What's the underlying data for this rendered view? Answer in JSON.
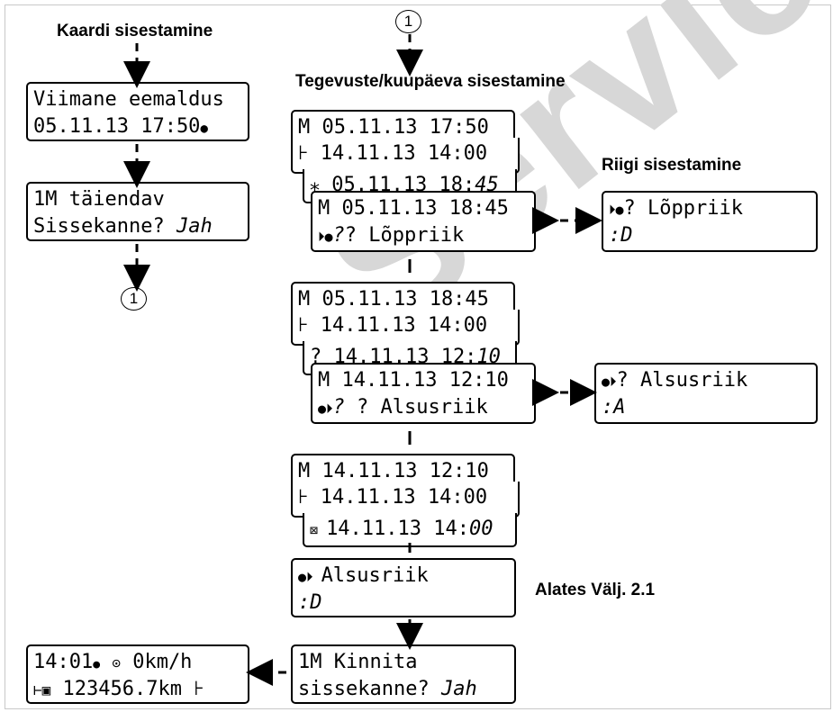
{
  "headings": {
    "card_insert": "Kaardi sisestamine",
    "activity_date_entry": "Tegevuste/kuupäeva sisestamine",
    "country_entry": "Riigi sisestamine",
    "from_version": "Alates Välj. 2.1"
  },
  "watermark": "Service",
  "marker": "1",
  "left_column": {
    "d1_l1": "Viimane eemaldus",
    "d1_l2": "05.11.13   17:50",
    "d2_l1": "1M täiendav",
    "d2_l2": "Sissekanne?",
    "d2_answer": "Jah"
  },
  "group1": {
    "a_l1": "M 05.11.13 17:50",
    "b_l1": "14.11.13 14:00",
    "c_l1": "05.11.13 18:",
    "c_min": "45",
    "d_l1": "M 05.11.13 18:45",
    "d_l2": "? Lõppriik",
    "country_l1": "? Lõppriik",
    "country_l2": "D"
  },
  "group2": {
    "a_l1": "M 05.11.13 18:45",
    "b_l1": "14.11.13 14:00",
    "c_l1": "? 14.11.13 12:",
    "c_min": "10",
    "d_l1": "M 14.11.13 12:10",
    "d_l2": "? Alsusriik",
    "country_l1": "? Alsusriik",
    "country_l2": "A"
  },
  "group3": {
    "a_l1": "M 14.11.13 12:10",
    "b_l1": "14.11.13 14:00",
    "c_l1": "14.11.13 14:",
    "c_min": "00"
  },
  "start_country": {
    "l1": "Alsusriik",
    "l2": "D"
  },
  "confirm": {
    "l1": "1M Kinnita",
    "l2": "sissekanne?",
    "answer": "Jah"
  },
  "standard": {
    "l1_time": "14:01",
    "l1_speed": "0km/h",
    "l2_km": "123456.7km"
  }
}
